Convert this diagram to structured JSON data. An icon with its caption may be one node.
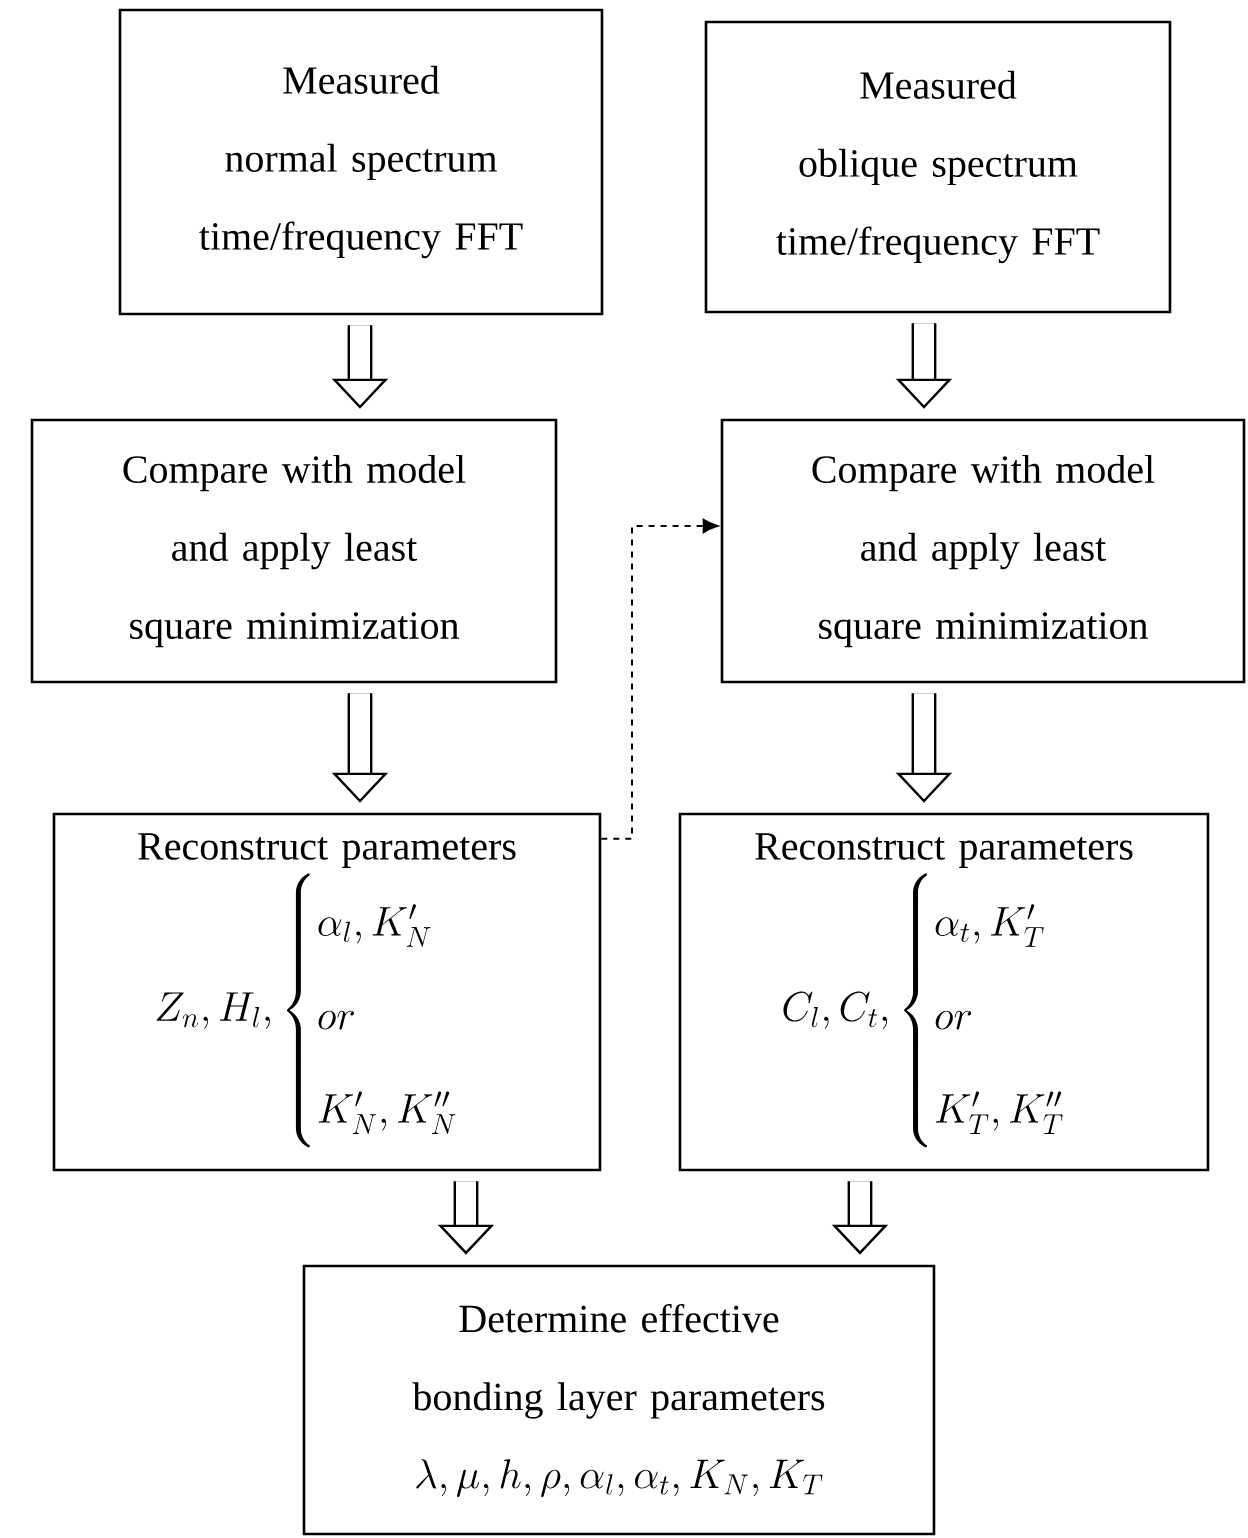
{
  "diagram": {
    "nodes": [
      {
        "text": [
          "Measured normal spectrum time/frequency FFT"
        ]
      },
      {
        "text": [
          "Measured oblique spectrum time/frequency FFT"
        ]
      },
      {
        "text": [
          "Compare with model and apply least square minimization"
        ]
      },
      {
        "text": [
          "Compare with model and apply least square minimization"
        ]
      },
      {
        "text": [
          "Reconstruct parameters",
          "Z_n, H_l, \\begin{cases} \\alpha_l, K_N' \\\\ or \\\\ K_N', K_N'' \\end{cases}"
        ]
      },
      {
        "text": [
          "Reconstruct parameters",
          "C_l, C_t, \\begin{cases} \\alpha_t, K_T' \\\\ or \\\\ K_T', K_T'' \\end{cases}"
        ]
      },
      {
        "text": [
          "Determine effective bonding layer parameters",
          "\\lambda, \\mu, h, \\rho, \\alpha_l, \\alpha_t, K_N, K_T"
        ]
      }
    ],
    "edges": [
      {
        "from": 0,
        "to": 2,
        "arrow": "to"
      },
      {
        "from": 1,
        "to": 3,
        "arrow": "to"
      },
      {
        "from": 2,
        "to": 4,
        "arrow": "to"
      },
      {
        "from": 3,
        "to": 5,
        "arrow": "to"
      },
      {
        "from": 4,
        "to": 6,
        "arrow": "to"
      },
      {
        "from": 5,
        "to": 6,
        "arrow": "to"
      },
      {
        "from": 4,
        "to": 3,
        "arrow": "to",
        "style": "dashed"
      }
    ]
  }
}
